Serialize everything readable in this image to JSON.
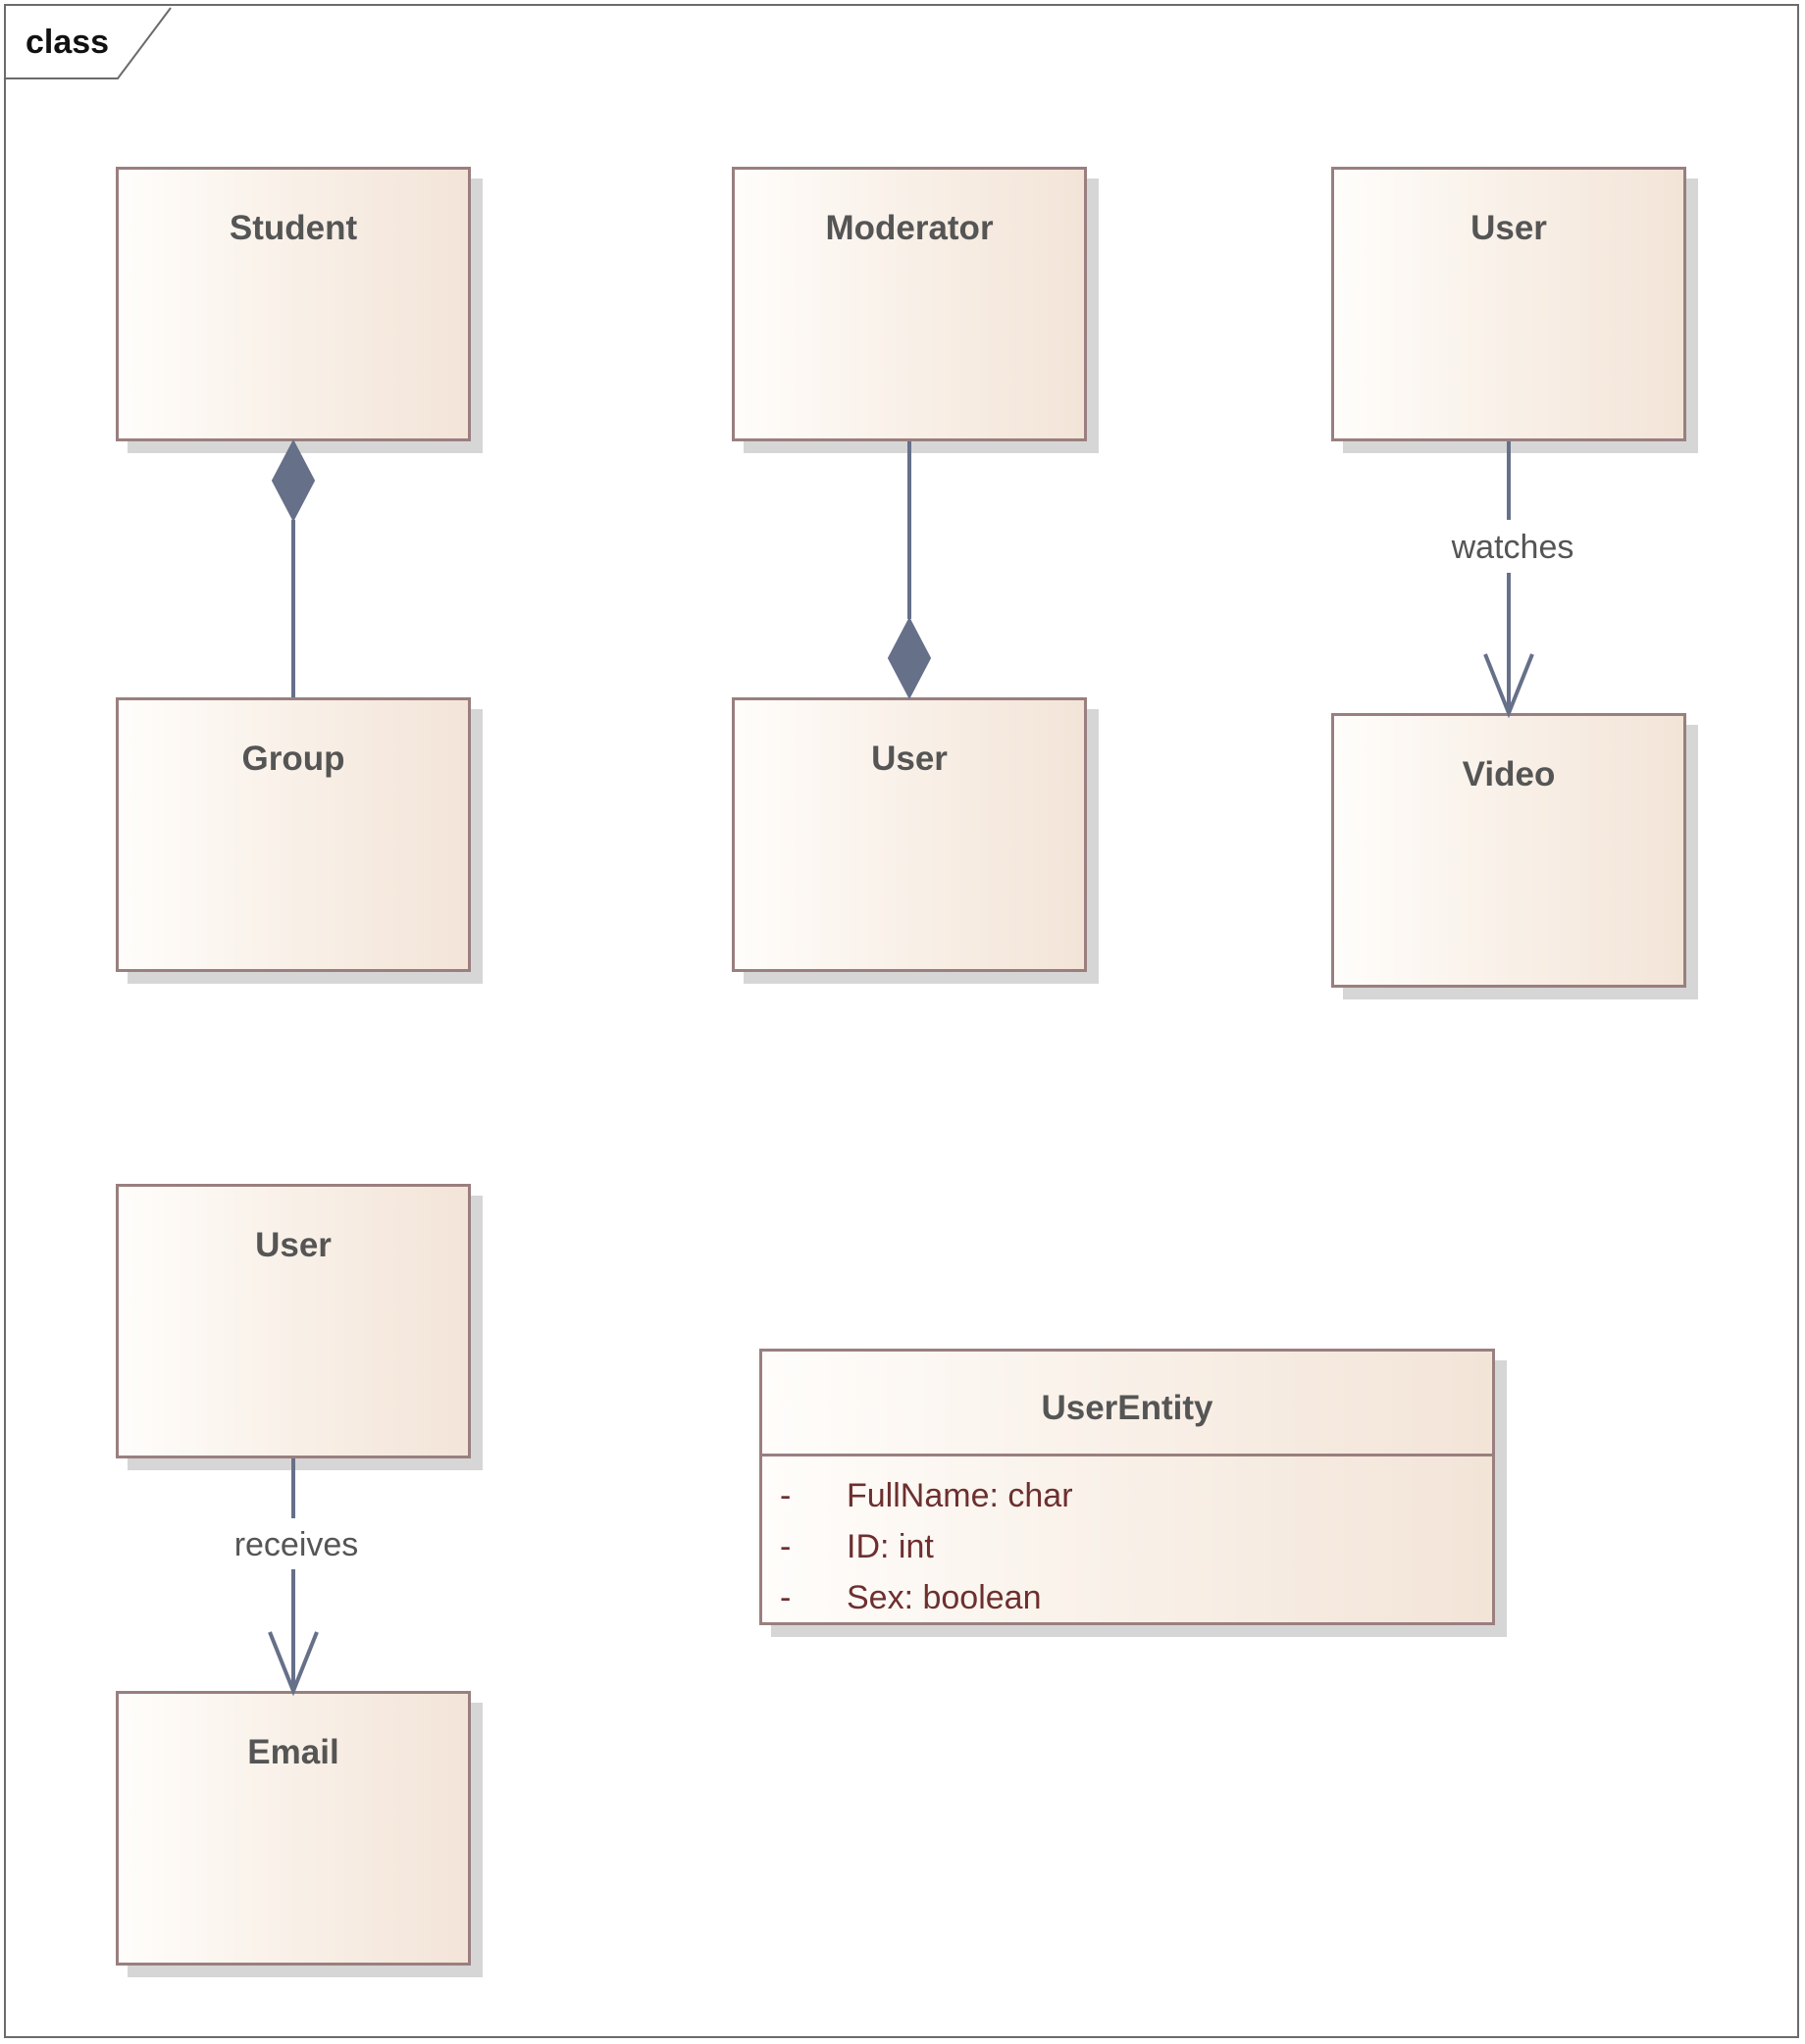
{
  "diagram": {
    "frame_title": "class",
    "classes": {
      "student": {
        "name": "Student"
      },
      "group": {
        "name": "Group"
      },
      "moderator": {
        "name": "Moderator"
      },
      "user_composed": {
        "name": "User"
      },
      "user_watcher": {
        "name": "User"
      },
      "video": {
        "name": "Video"
      },
      "user_receiver": {
        "name": "User"
      },
      "email": {
        "name": "Email"
      },
      "userentity": {
        "name": "UserEntity",
        "attributes": [
          {
            "visibility": "-",
            "text": "FullName: char"
          },
          {
            "visibility": "-",
            "text": "ID: int"
          },
          {
            "visibility": "-",
            "text": "Sex: boolean"
          }
        ]
      }
    },
    "relations": [
      {
        "type": "composition",
        "whole": "Student",
        "part": "Group",
        "label": ""
      },
      {
        "type": "composition",
        "whole": "User",
        "part": "Moderator",
        "label": ""
      },
      {
        "type": "directed-association",
        "from": "User",
        "to": "Video",
        "label": "watches"
      },
      {
        "type": "directed-association",
        "from": "User",
        "to": "Email",
        "label": "receives"
      }
    ]
  },
  "colors": {
    "class_border": "#9a7f7f",
    "connector": "#667089",
    "attribute_text": "#6d2f2f",
    "name_text": "#555555"
  }
}
